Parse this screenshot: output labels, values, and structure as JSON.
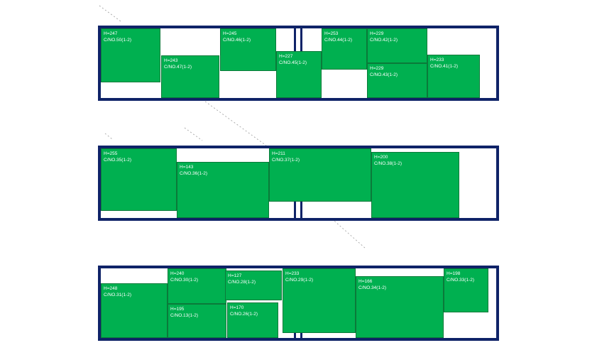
{
  "colors": {
    "container_border": "#0f2368",
    "box_fill": "#00b050",
    "box_text": "#ffffff"
  },
  "containers": [
    {
      "id": "container-1",
      "boxes": [
        {
          "h": "H=247",
          "c": "C/NO.50(1-2)"
        },
        {
          "h": "H=243",
          "c": "C/NO.47(1-2)"
        },
        {
          "h": "H=245",
          "c": "C/NO.46(1-2)"
        },
        {
          "h": "H=227",
          "c": "C/NO.45(1-2)"
        },
        {
          "h": "H=253",
          "c": "C/NO.44(1-2)"
        },
        {
          "h": "H=229",
          "c": "C/NO.42(1-2)"
        },
        {
          "h": "H=229",
          "c": "C/NO.43(1-2)"
        },
        {
          "h": "H=233",
          "c": "C/NO.41(1-2)"
        }
      ]
    },
    {
      "id": "container-2",
      "boxes": [
        {
          "h": "H=255",
          "c": "C/NO.35(1-2)"
        },
        {
          "h": "H=143",
          "c": "C/NO.36(1-2)"
        },
        {
          "h": "H=211",
          "c": "C/NO.37(1-2)"
        },
        {
          "h": "H=200",
          "c": "C/NO.38(1-2)"
        }
      ]
    },
    {
      "id": "container-3",
      "boxes": [
        {
          "h": "H=248",
          "c": "C/NO.31(1-2)"
        },
        {
          "h": "H=240",
          "c": "C/NO.30(1-2)"
        },
        {
          "h": "H=195",
          "c": "C/NO.13(1-2)"
        },
        {
          "h": "H=127",
          "c": "C/NO.28(1-2)"
        },
        {
          "h": "H=170",
          "c": "C/NO.26(1-2)"
        },
        {
          "h": "H=233",
          "c": "C/NO.29(1-2)"
        },
        {
          "h": "H=166",
          "c": "C/NO.34(1-2)"
        },
        {
          "h": "H=198",
          "c": "C/NO.33(1-2)"
        }
      ]
    }
  ]
}
